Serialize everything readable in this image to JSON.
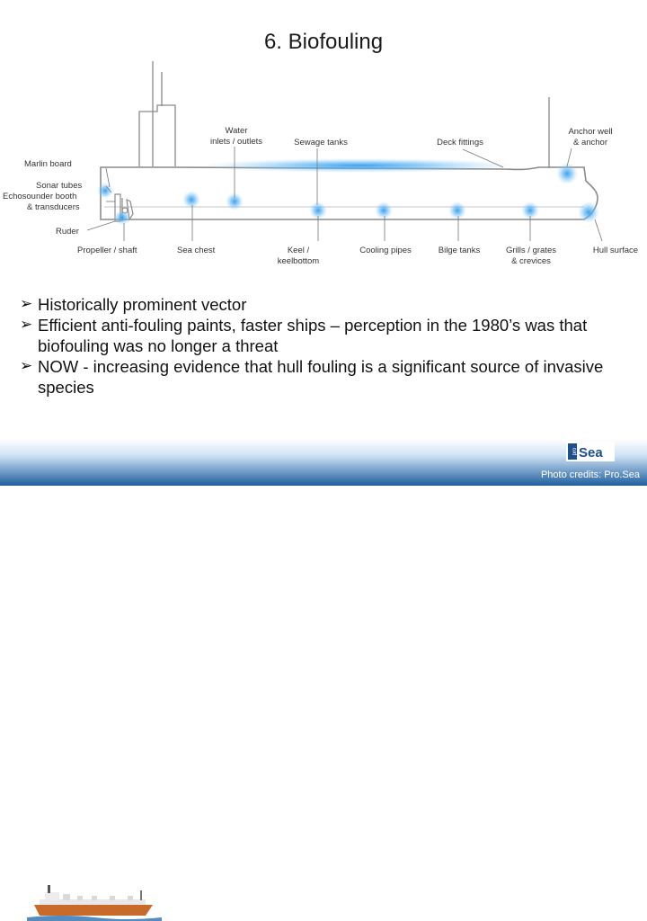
{
  "title": "6. Biofouling",
  "diagram": {
    "labels": {
      "marlin_board": "Marlin board",
      "sonar_tubes": "Sonar tubes",
      "echosounder_booth": "Echosounder booth",
      "transducers": "& transducers",
      "ruder": "Ruder",
      "propeller": "Propeller / shaft",
      "sea_chest": "Sea chest",
      "water_1": "Water",
      "water_2": "inlets / outlets",
      "sewage": "Sewage tanks",
      "deck_fittings": "Deck fittings",
      "anchor_1": "Anchor well",
      "anchor_2": "& anchor",
      "keel_1": "Keel /",
      "keel_2": "keelbottom",
      "cooling": "Cooling pipes",
      "bilge": "Bilge tanks",
      "grills_1": "Grills / grates",
      "grills_2": "& crevices",
      "hull": "Hull surface"
    },
    "highlight_color": "#3fa3ea"
  },
  "bullets": [
    {
      "arrow": "➢",
      "text": "Historically prominent vector"
    },
    {
      "arrow": "➢",
      "text": "Efficient anti-fouling paints, faster ships – perception in the 1980’s was that biofouling was no longer a threat"
    },
    {
      "arrow": "➢",
      "text": "NOW - increasing evidence that hull fouling is a significant source of invasive species"
    }
  ],
  "footer": {
    "credits": "Photo credits: Pro.Sea",
    "logo_text": "Sea",
    "logo_prefix": "pro"
  }
}
